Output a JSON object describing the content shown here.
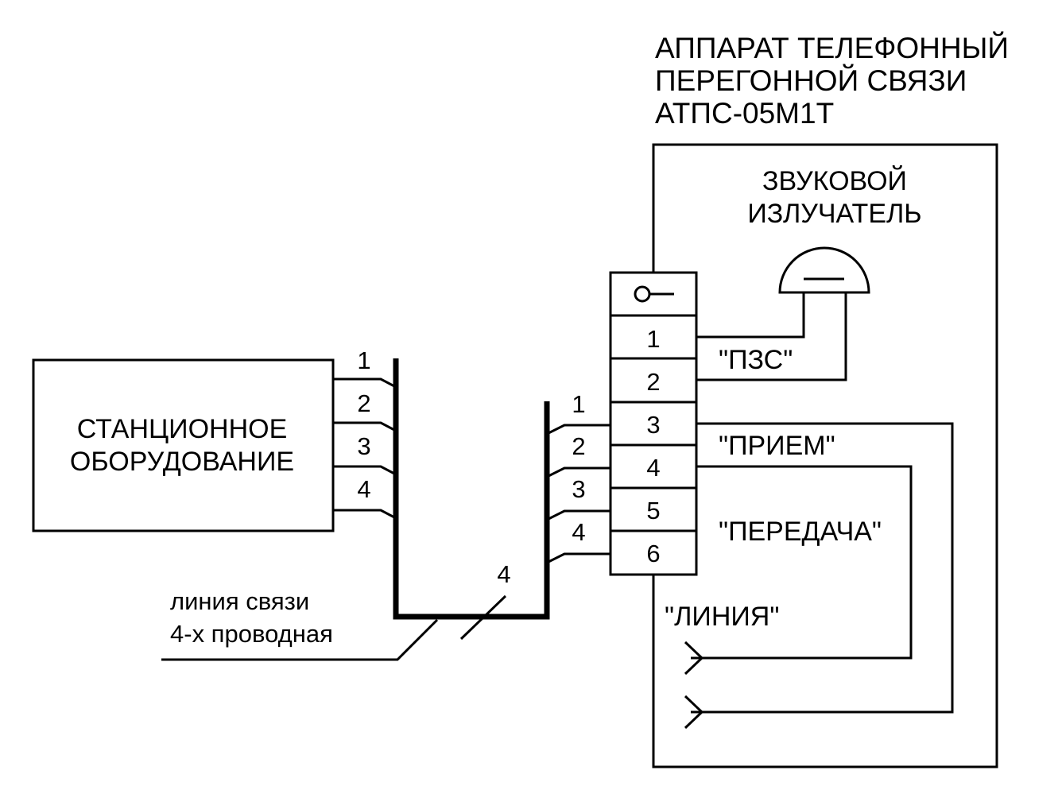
{
  "title": {
    "line1": "АППАРАТ ТЕЛЕФОННЫЙ",
    "line2": "ПЕРЕГОННОЙ СВЯЗИ",
    "line3": "АТПС-05М1Т"
  },
  "station": {
    "line1": "СТАНЦИОННОЕ",
    "line2": "ОБОРУДОВАНИЕ",
    "wires": [
      "1",
      "2",
      "3",
      "4"
    ]
  },
  "speaker": {
    "line1": "ЗВУКОВОЙ",
    "line2": "ИЗЛУЧАТЕЛЬ"
  },
  "terminal": {
    "ground_symbol": "ground-terminal-icon",
    "numbers": [
      "1",
      "2",
      "3",
      "4",
      "5",
      "6"
    ]
  },
  "device_wires": [
    "1",
    "2",
    "3",
    "4"
  ],
  "signals": {
    "pzs": "\"ПЗС\"",
    "priem": "\"ПРИЕМ\"",
    "peredacha": "\"ПЕРЕДАЧА\"",
    "liniya": "\"ЛИНИЯ\""
  },
  "cable": {
    "label_line1": "линия связи",
    "label_line2": "4-х проводная",
    "wire_count": "4"
  }
}
